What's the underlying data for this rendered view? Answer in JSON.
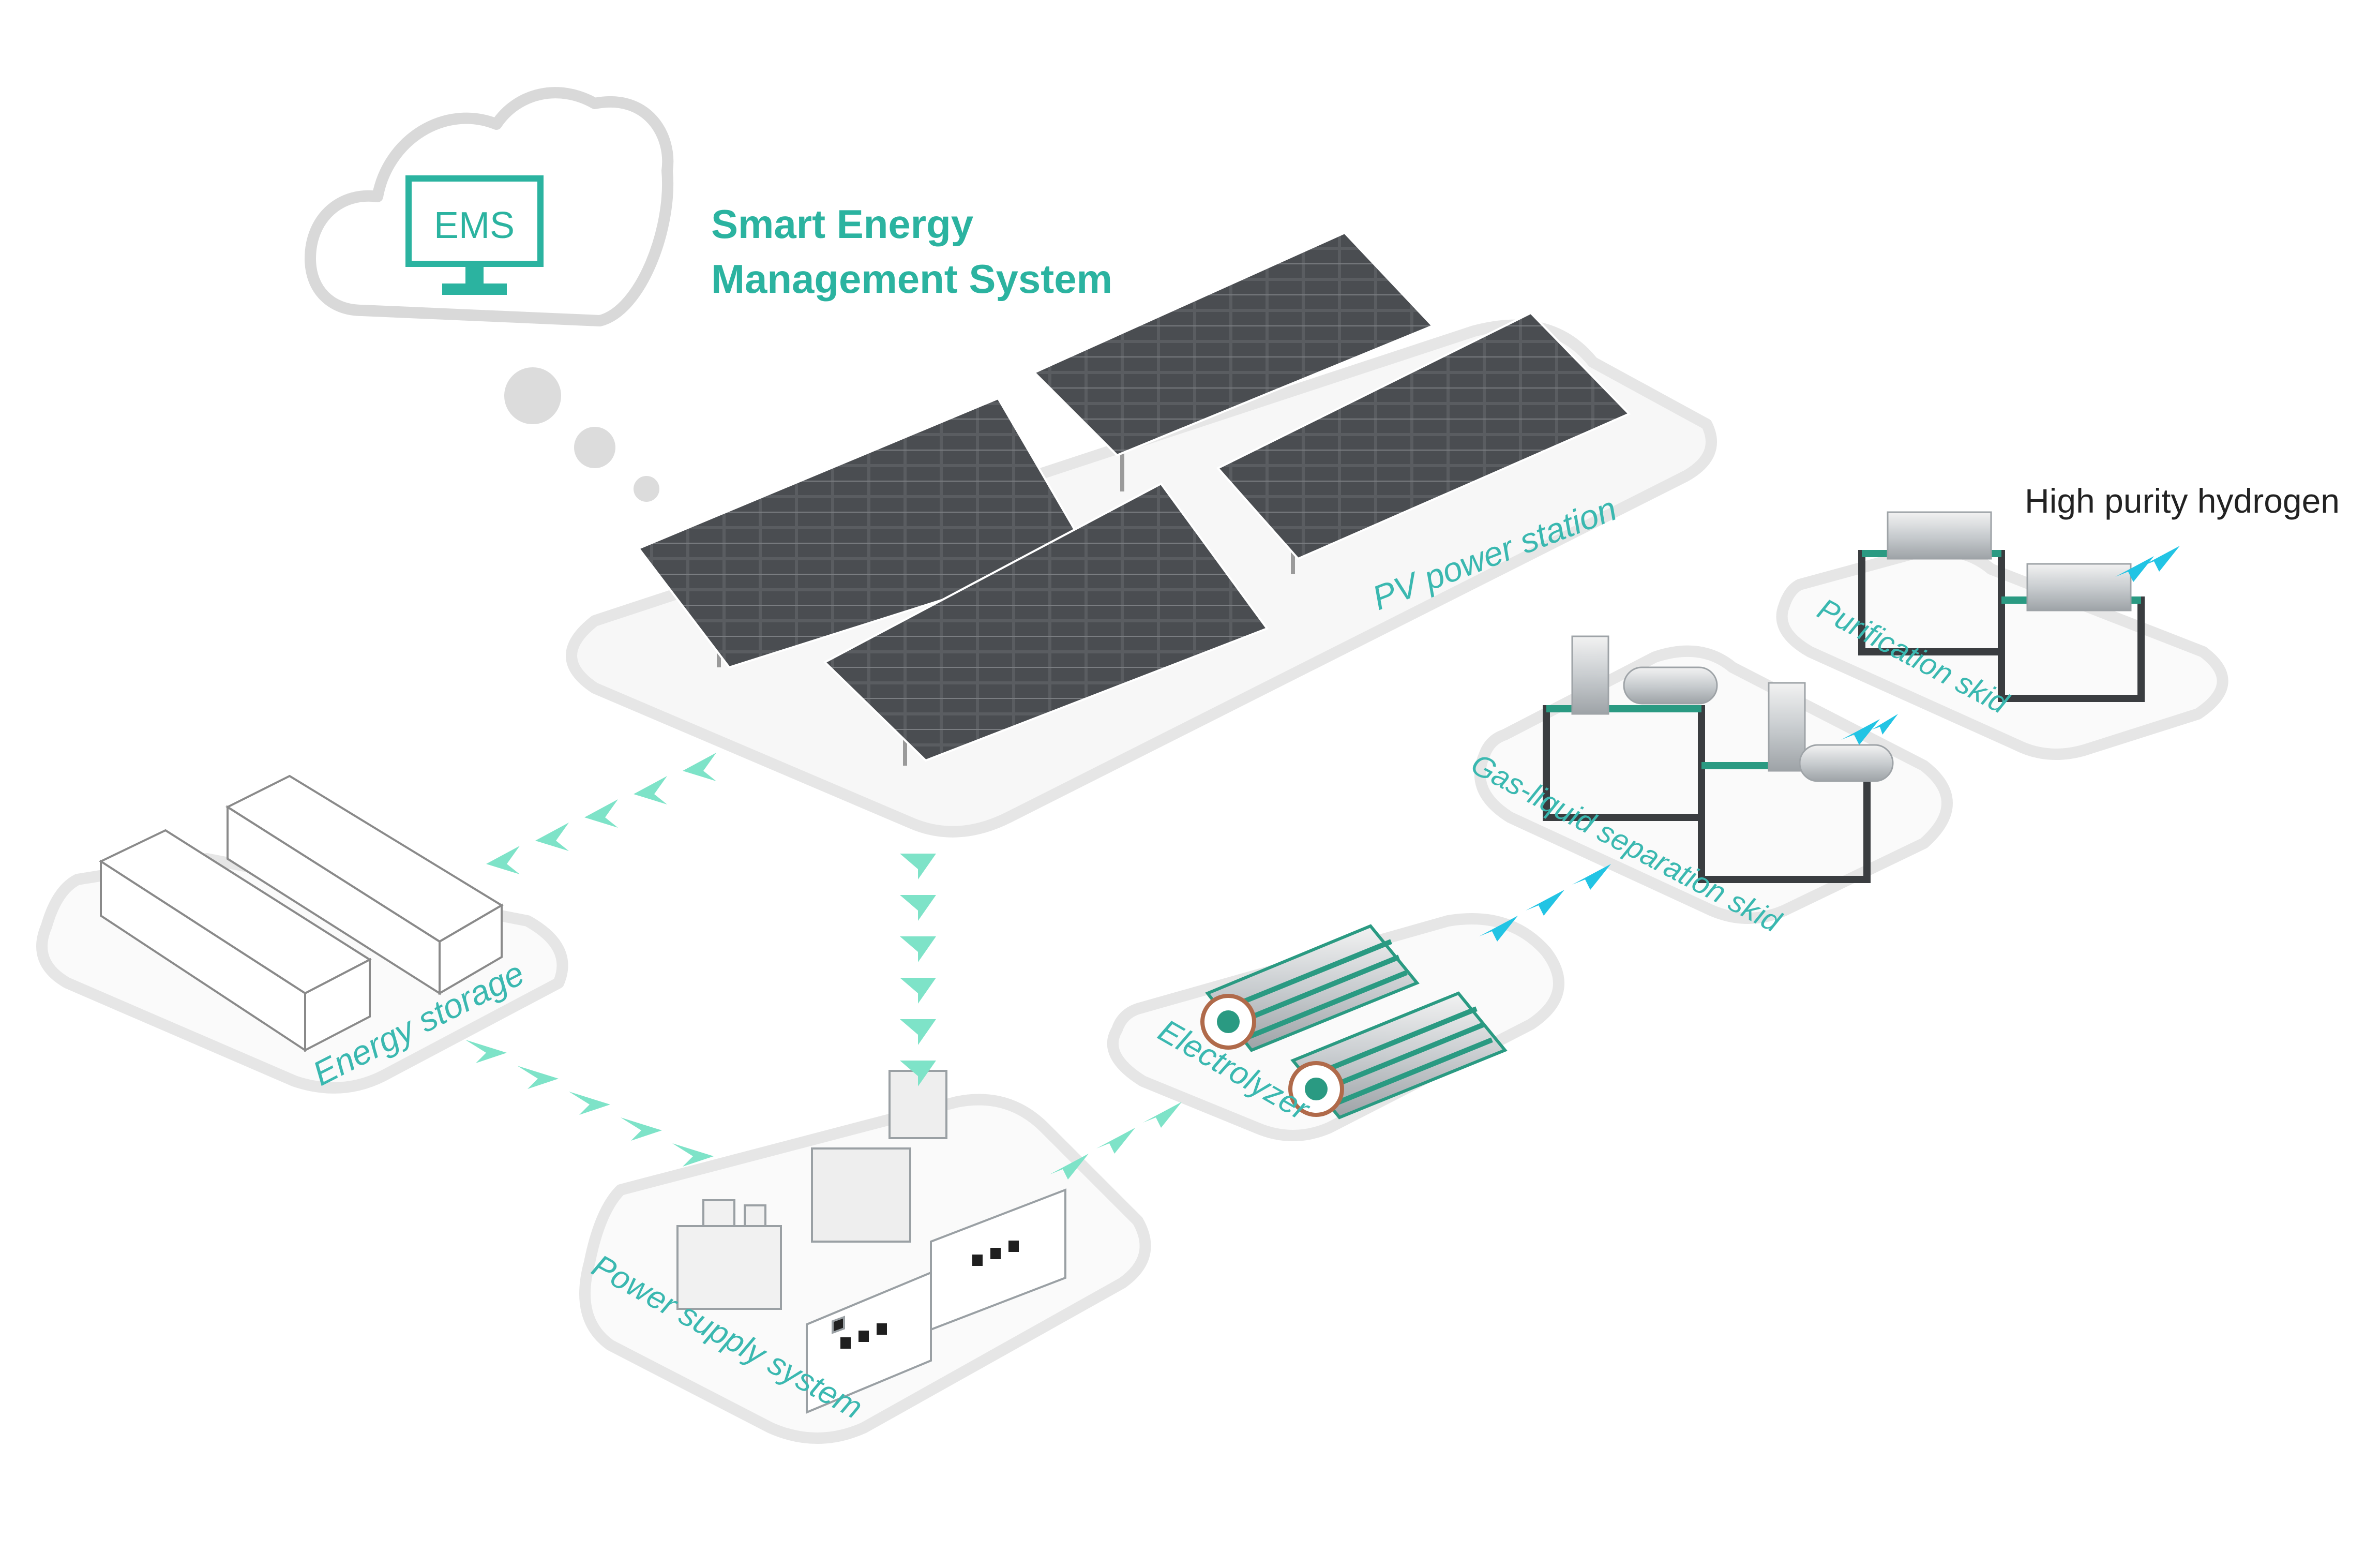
{
  "ems": {
    "badge": "EMS",
    "title_line1": "Smart Energy",
    "title_line2": "Management System"
  },
  "labels": {
    "pv": "PV power station",
    "storage": "Energy storage",
    "power": "Power supply system",
    "electrolyzer": "Electrolyzer",
    "separation": "Gas-liquid separation skid",
    "purification": "Purification skid",
    "output": "High purity hydrogen"
  },
  "colors": {
    "accent_text": "#2bb3a0",
    "label_teal": "#3ab8b0",
    "arrow_mint": "#7ee3c8",
    "arrow_cyan": "#22c4e4",
    "platform": "#e6e6e6",
    "cloud": "#d9d9d9",
    "panel": "#55585c",
    "equipment_green": "#2a9a82"
  }
}
